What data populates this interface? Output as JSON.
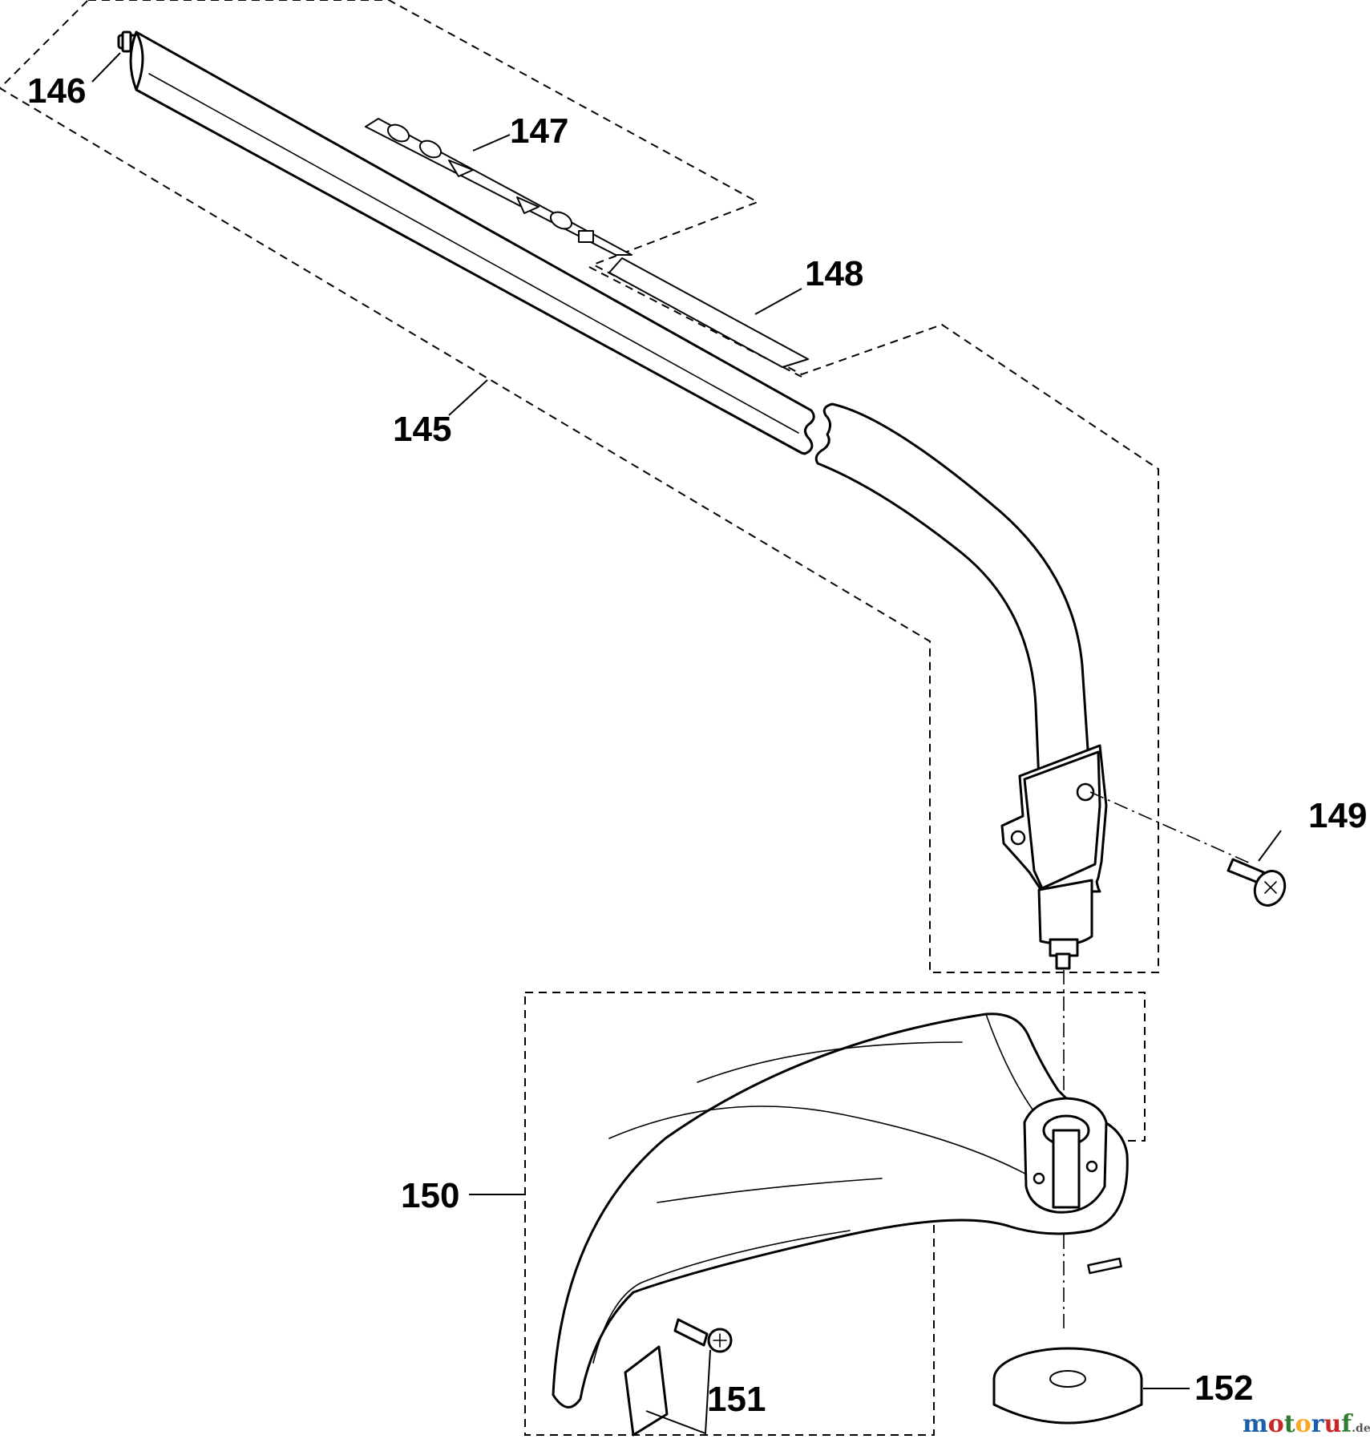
{
  "callouts": {
    "c145": "145",
    "c146": "146",
    "c147": "147",
    "c148": "148",
    "c149": "149",
    "c150": "150",
    "c151": "151",
    "c152": "152"
  },
  "watermark": {
    "text": "motoruf",
    "suffix": ".de",
    "colors": [
      "#1a5fa8",
      "#c62828",
      "#2e7d32",
      "#f9a825",
      "#1a5fa8",
      "#c62828",
      "#2e7d32"
    ]
  }
}
